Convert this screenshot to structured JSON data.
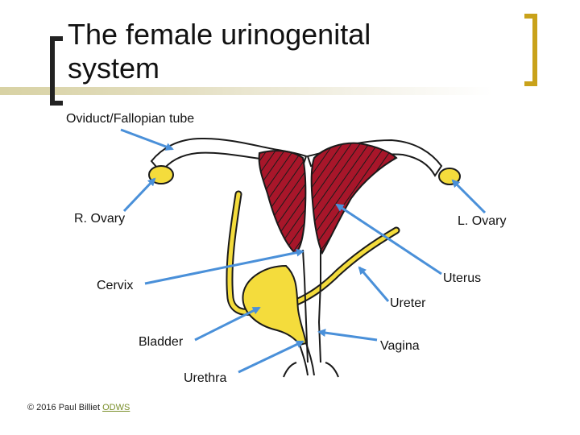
{
  "title": "The female urinogenital system",
  "labels": {
    "oviduct": "Oviduct/Fallopian tube",
    "r_ovary": "R. Ovary",
    "l_ovary": "L. Ovary",
    "uterus": "Uterus",
    "cervix": "Cervix",
    "ureter": "Ureter",
    "bladder": "Bladder",
    "vagina": "Vagina",
    "urethra": "Urethra"
  },
  "credit": {
    "text": "© 2016 Paul Billiet ",
    "link": "ODWS"
  },
  "colors": {
    "bracket_left": "#222222",
    "bracket_right": "#c9a21a",
    "arrow": "#4a90d9",
    "uterus_fill": "#a8162a",
    "bladder_fill": "#f4dc3c",
    "title_bar": "#d8d2a4"
  }
}
